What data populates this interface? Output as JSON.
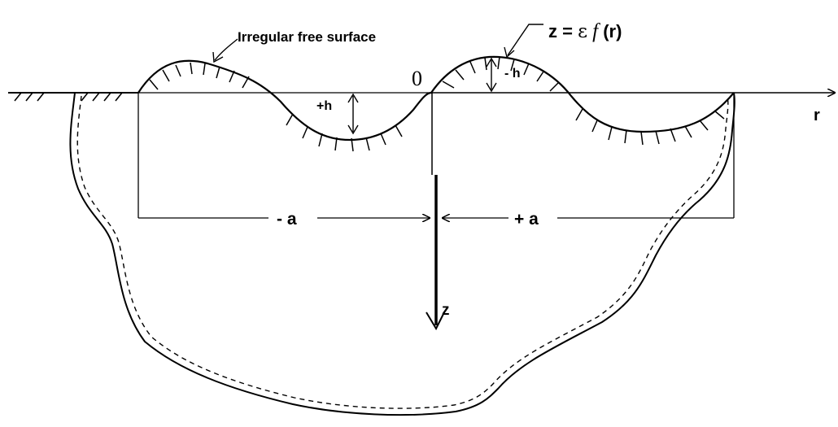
{
  "labels": {
    "free_surface": "Irregular free surface",
    "equation_lhs": "z =",
    "equation_eps": "ε",
    "equation_f": "f",
    "equation_arg": " (r)",
    "origin": "0",
    "r_axis": "r",
    "z_axis": "z",
    "plus_h": "+h",
    "minus_h": "- h",
    "minus_a": "- a",
    "plus_a": "+ a"
  },
  "colors": {
    "ink": "#000000",
    "background": "#ffffff"
  }
}
